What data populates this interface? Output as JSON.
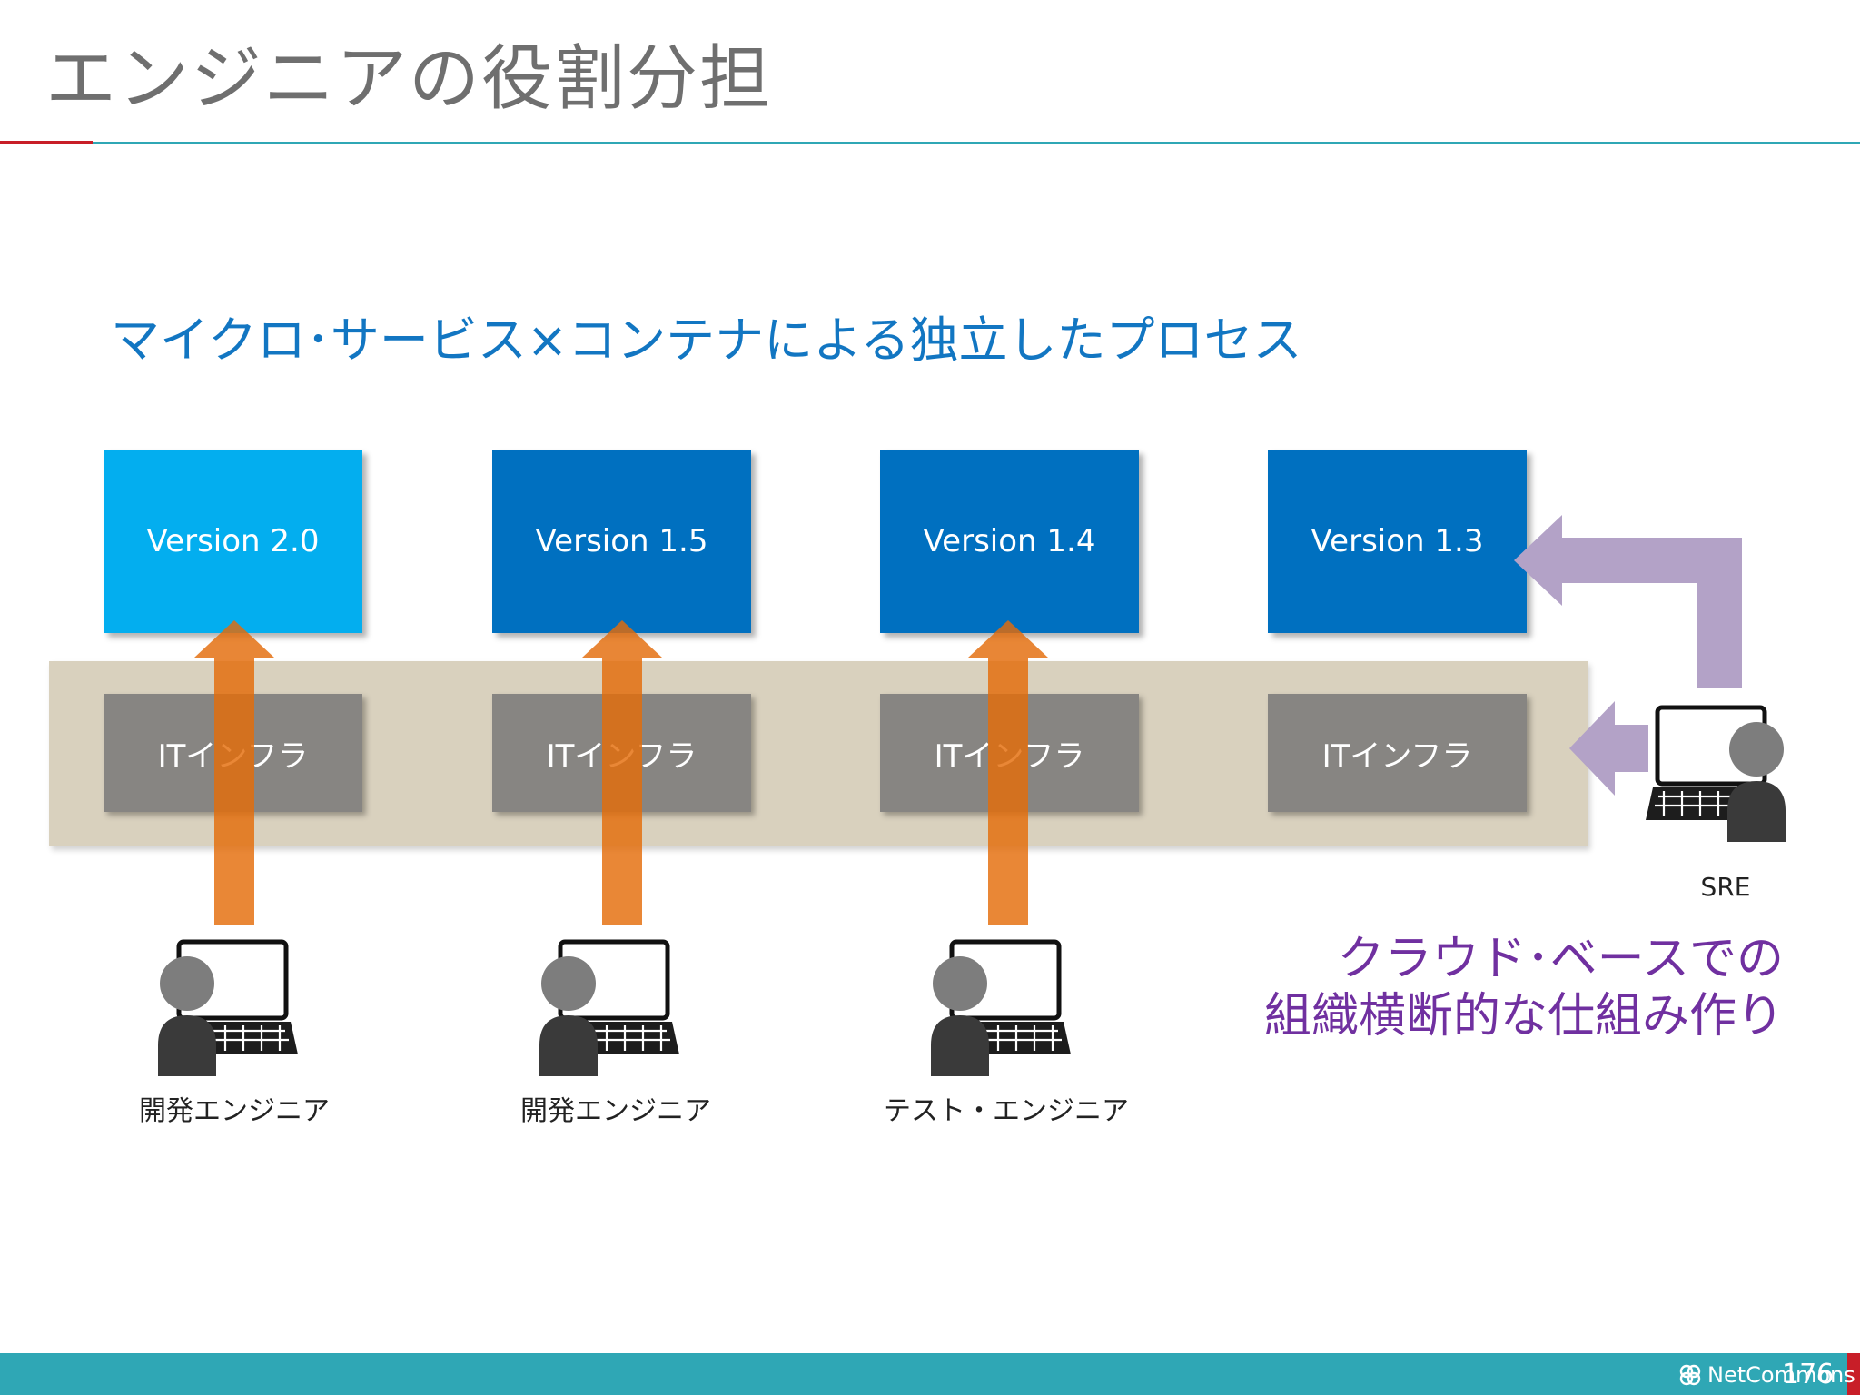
{
  "slide": {
    "title": "エンジニアの役割分担",
    "subtitle": "マイクロ･サービス×コンテナによる独立したプロセス",
    "versions": [
      "Version 2.0",
      "Version 1.5",
      "Version 1.4",
      "Version 1.3"
    ],
    "infra_label": "ITインフラ",
    "roles": [
      "開発エンジニア",
      "開発エンジニア",
      "テスト・エンジニア"
    ],
    "sre_label": "SRE",
    "callout_line1": "クラウド･ベースでの",
    "callout_line2": "組織横断的な仕組み作り",
    "brand": "NetCommons",
    "page_number": "176"
  },
  "colors": {
    "title_text": "#6f6f6f",
    "subtitle_text": "#1276c2",
    "version_current": "#03aeef",
    "version_previous": "#0070c0",
    "infra_box": "#787878",
    "band": "#cec4ac",
    "deploy_arrow": "#e46c0a",
    "sre_arrow": "#b3a2c7",
    "callout_text": "#7030a0",
    "footer_bar": "#2fa7b5",
    "accent_red": "#c81e28"
  }
}
